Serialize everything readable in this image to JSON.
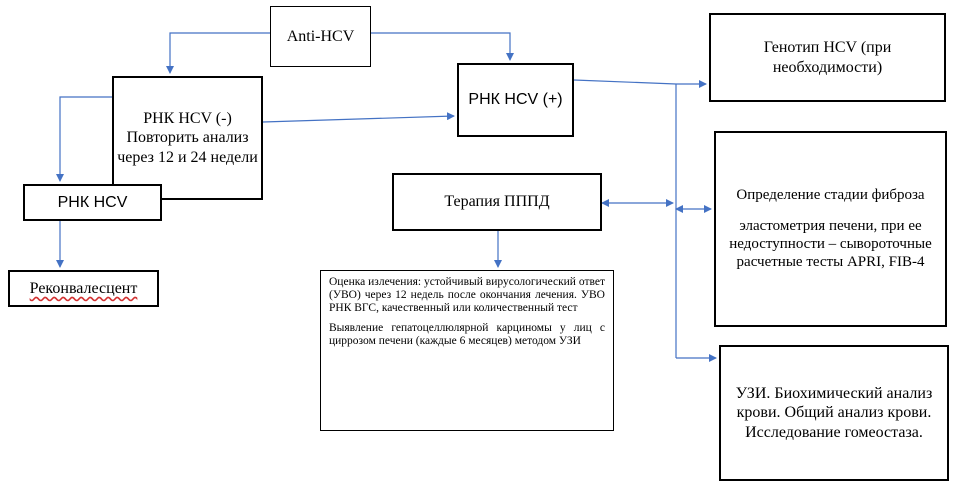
{
  "nodes": {
    "anti_hcv": "Anti-HCV",
    "rnk_neg": "РНК HCV (-) Повторить анализ через 12 и 24 недели",
    "rnk_pos": "РНК HCV (+)",
    "genotype": "Генотип HCV (при необходимости)",
    "rnk": "РНК HCV",
    "therapy": "Терапия ПППД",
    "fibrosis_title": "Определение стадии фиброза",
    "fibrosis_body": "эластометрия печени, при ее недоступности – сывороточные расчетные тесты APRI, FIB-4",
    "reconvalescent": "Реконвалесцент",
    "assessment_p1": "Оценка излечения: устойчивый вирусологический ответ (УВО) через 12 недель после окончания лечения. УВО РНК ВГС, качественный или количественный тест",
    "assessment_p2": "Выявление гепатоцеллюлярной карциномы у лиц с циррозом печени (каждые 6 месяцев) методом УЗИ",
    "uzi": "УЗИ. Биохимический анализ крови. Общий анализ крови. Исследование гомеостаза."
  },
  "colors": {
    "arrow": "#4472c4",
    "border": "#000000"
  }
}
